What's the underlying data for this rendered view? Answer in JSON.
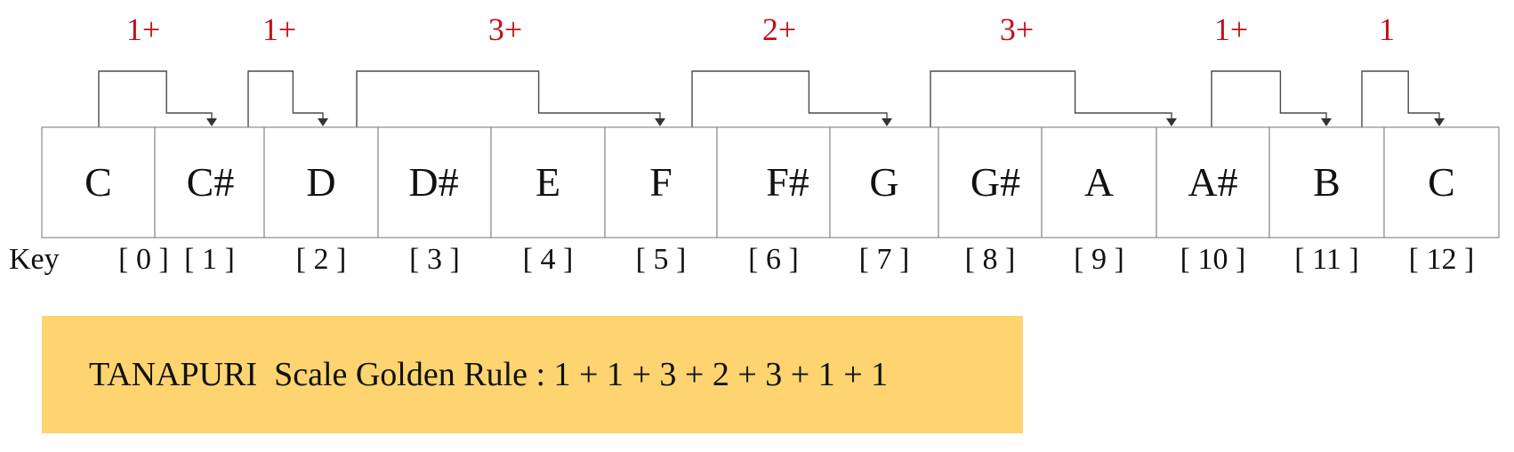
{
  "keys": [
    {
      "note": "C",
      "index": "[ 0 ]"
    },
    {
      "note": "C#",
      "index": "[ 1 ]"
    },
    {
      "note": "D",
      "index": "[ 2 ]"
    },
    {
      "note": "D#",
      "index": "[ 3 ]"
    },
    {
      "note": "E",
      "index": "[ 4 ]"
    },
    {
      "note": "F",
      "index": "[ 5 ]"
    },
    {
      "note": "F#",
      "index": "[ 6 ]"
    },
    {
      "note": "G",
      "index": "[ 7 ]"
    },
    {
      "note": "G#",
      "index": "[ 8 ]"
    },
    {
      "note": "A",
      "index": "[ 9 ]"
    },
    {
      "note": "A#",
      "index": "[ 10 ]"
    },
    {
      "note": "B",
      "index": "[ 11 ]"
    },
    {
      "note": "C",
      "index": "[ 12 ]"
    }
  ],
  "key_prefix": "Key",
  "steps": [
    {
      "label": "1+",
      "from": 0,
      "to": 1
    },
    {
      "label": "1+",
      "from": 1,
      "to": 2
    },
    {
      "label": "3+",
      "from": 2,
      "to": 5
    },
    {
      "label": "2+",
      "from": 5,
      "to": 7
    },
    {
      "label": "3+",
      "from": 7,
      "to": 10
    },
    {
      "label": "1+",
      "from": 10,
      "to": 11
    },
    {
      "label": "1",
      "from": 11,
      "to": 12
    }
  ],
  "rule": {
    "text": "TANAPURI  Scale Golden Rule : 1 + 1 + 3 + 2 + 3 + 1 + 1"
  },
  "colors": {
    "step_label": "#c0121a",
    "rule_background": "#fdd46f"
  }
}
